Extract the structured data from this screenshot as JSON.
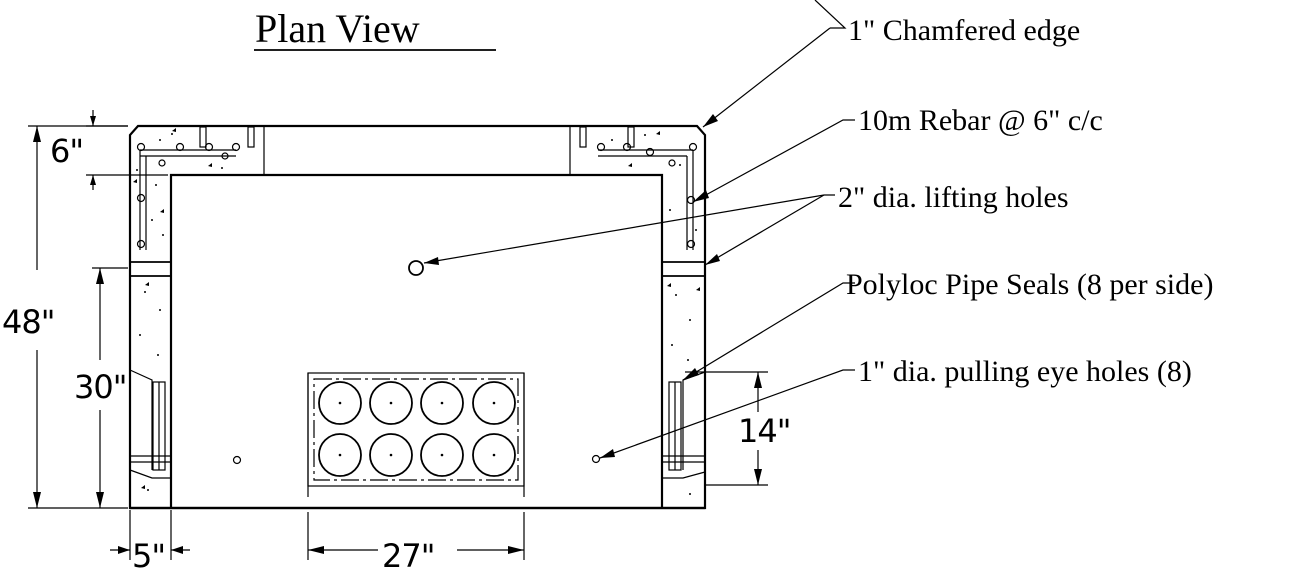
{
  "title": "Plan View",
  "callouts": {
    "chamfer": "1\" Chamfered edge",
    "rebar": "10m Rebar @ 6\" c/c",
    "lifting": "2\" dia. lifting holes",
    "seals": "Polyloc Pipe Seals (8 per side)",
    "pulling": "1\" dia. pulling eye holes (8)"
  },
  "dimensions": {
    "wall_top": "6\"",
    "overall_height": "48\"",
    "opening_height": "30\"",
    "seal_height": "14\"",
    "wall_side": "5\"",
    "seal_width": "27\""
  },
  "colors": {
    "line": "#000000",
    "background": "#ffffff"
  }
}
